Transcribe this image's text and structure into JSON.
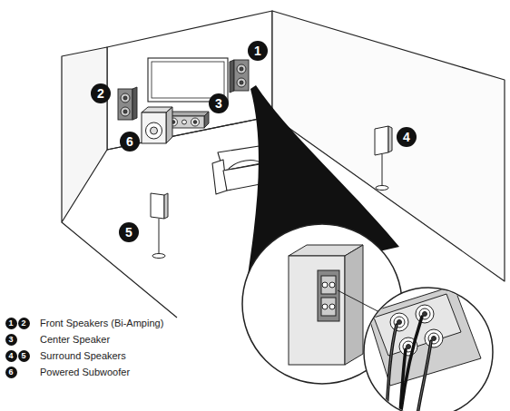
{
  "diagram": {
    "labels": [
      "1",
      "2",
      "3",
      "4",
      "6",
      "5",
      "1",
      "2",
      "3",
      "4",
      "5",
      "6"
    ],
    "legend": [
      {
        "text": "Front Speakers (Bi-Amping)"
      },
      {
        "text": "Center Speaker"
      },
      {
        "text": "Surround Speakers"
      },
      {
        "text": "Powered Subwoofer"
      }
    ]
  }
}
